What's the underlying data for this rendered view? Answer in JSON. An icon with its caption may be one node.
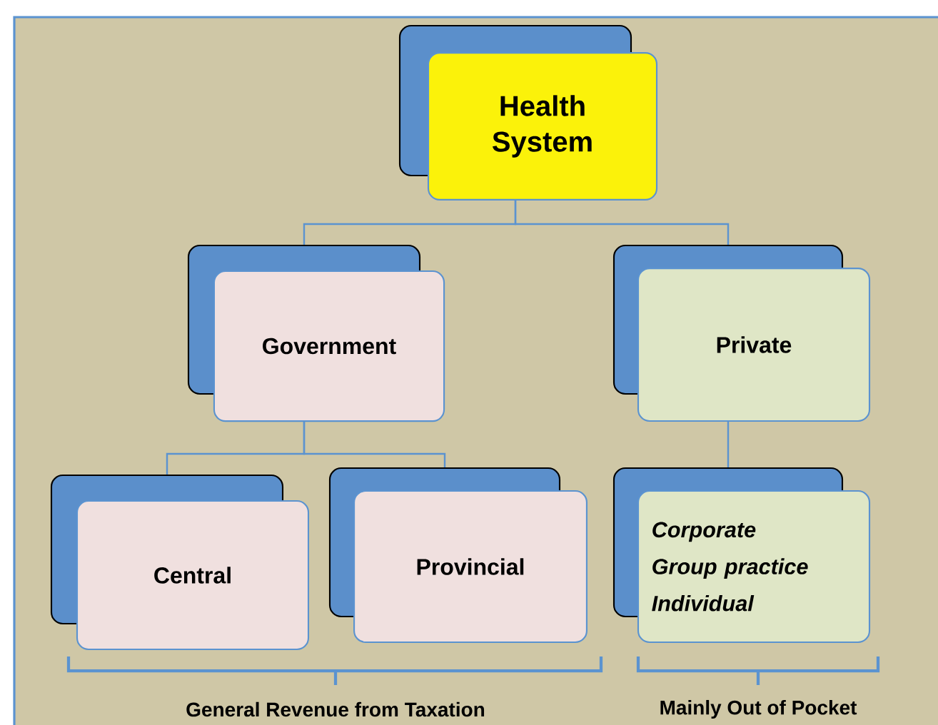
{
  "diagram": {
    "nodes": [
      {
        "text": [
          "Health System"
        ]
      },
      {
        "text": [
          "Government"
        ]
      },
      {
        "text": [
          "Private"
        ]
      },
      {
        "text": [
          "Central"
        ]
      },
      {
        "text": [
          "Provincial"
        ]
      },
      {
        "text": [
          "Corporate",
          "Group practice",
          "Individual"
        ]
      }
    ],
    "edges": [
      {
        "from": 0,
        "to": 1,
        "arrow": "none"
      },
      {
        "from": 0,
        "to": 2,
        "arrow": "none"
      },
      {
        "from": 1,
        "to": 3,
        "arrow": "none"
      },
      {
        "from": 1,
        "to": 4,
        "arrow": "none"
      },
      {
        "from": 2,
        "to": 5,
        "arrow": "none"
      }
    ],
    "labels": [
      "General Revenue from Taxation",
      "Mainly Out of Pocket"
    ]
  }
}
